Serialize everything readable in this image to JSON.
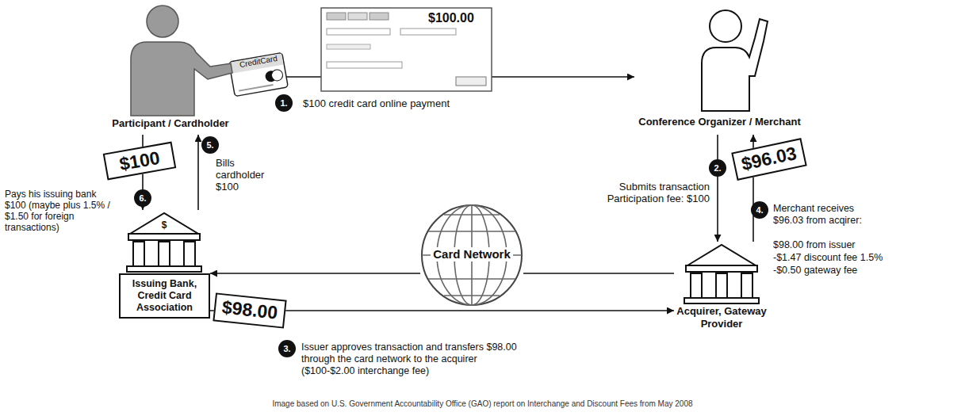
{
  "diagram": {
    "caption": "Image based on U.S. Government Accountability Office (GAO) report on Interchange and Discount Fees from May 2008",
    "nodes": [
      {
        "text": [
          "Participant / Cardholder"
        ]
      },
      {
        "text": [
          "Conference Organizer / Merchant"
        ]
      },
      {
        "text": [
          "$100"
        ]
      },
      {
        "text": [
          "Issuing Bank, Credit Card Association"
        ]
      },
      {
        "text": [
          "Card Network"
        ]
      },
      {
        "text": [
          "$98.00"
        ]
      },
      {
        "text": [
          "Acquirer, Gateway Provider"
        ]
      },
      {
        "text": [
          "$96.03"
        ]
      }
    ],
    "edges": [
      {
        "from": 0,
        "to": 1,
        "arrow": "to"
      },
      {
        "from": 3,
        "to": 0,
        "arrow": "to"
      },
      {
        "from": 0,
        "to": 3,
        "arrow": "to"
      },
      {
        "from": 1,
        "to": 6,
        "arrow": "to"
      },
      {
        "from": 6,
        "to": 1,
        "arrow": "to"
      },
      {
        "from": 6,
        "to": 4,
        "arrow": "none"
      },
      {
        "from": 4,
        "to": 3,
        "arrow": "to"
      },
      {
        "from": 3,
        "to": 6,
        "arrow": "to"
      }
    ],
    "labels": [
      "CreditCard",
      "$100.00",
      "1.",
      "$100 credit card online payment",
      "2.",
      "Submits transaction Participation fee: $100",
      "$",
      "5.",
      "Bills cardholder $100",
      "6.",
      "Pays his issuing bank $100 (maybe plus 1.5% / $1.50 for foreign transactions)",
      "4.",
      "Merchant receives $96.03 from acqirer:",
      "$98.00 from issuer",
      "-$1.47 discount fee 1.5%",
      "-$0.50 gateway fee",
      "3.",
      "Issuer approves transaction and transfers $98.00 through the card network to the acquirer ($100-$2.00 interchange fee)"
    ]
  }
}
